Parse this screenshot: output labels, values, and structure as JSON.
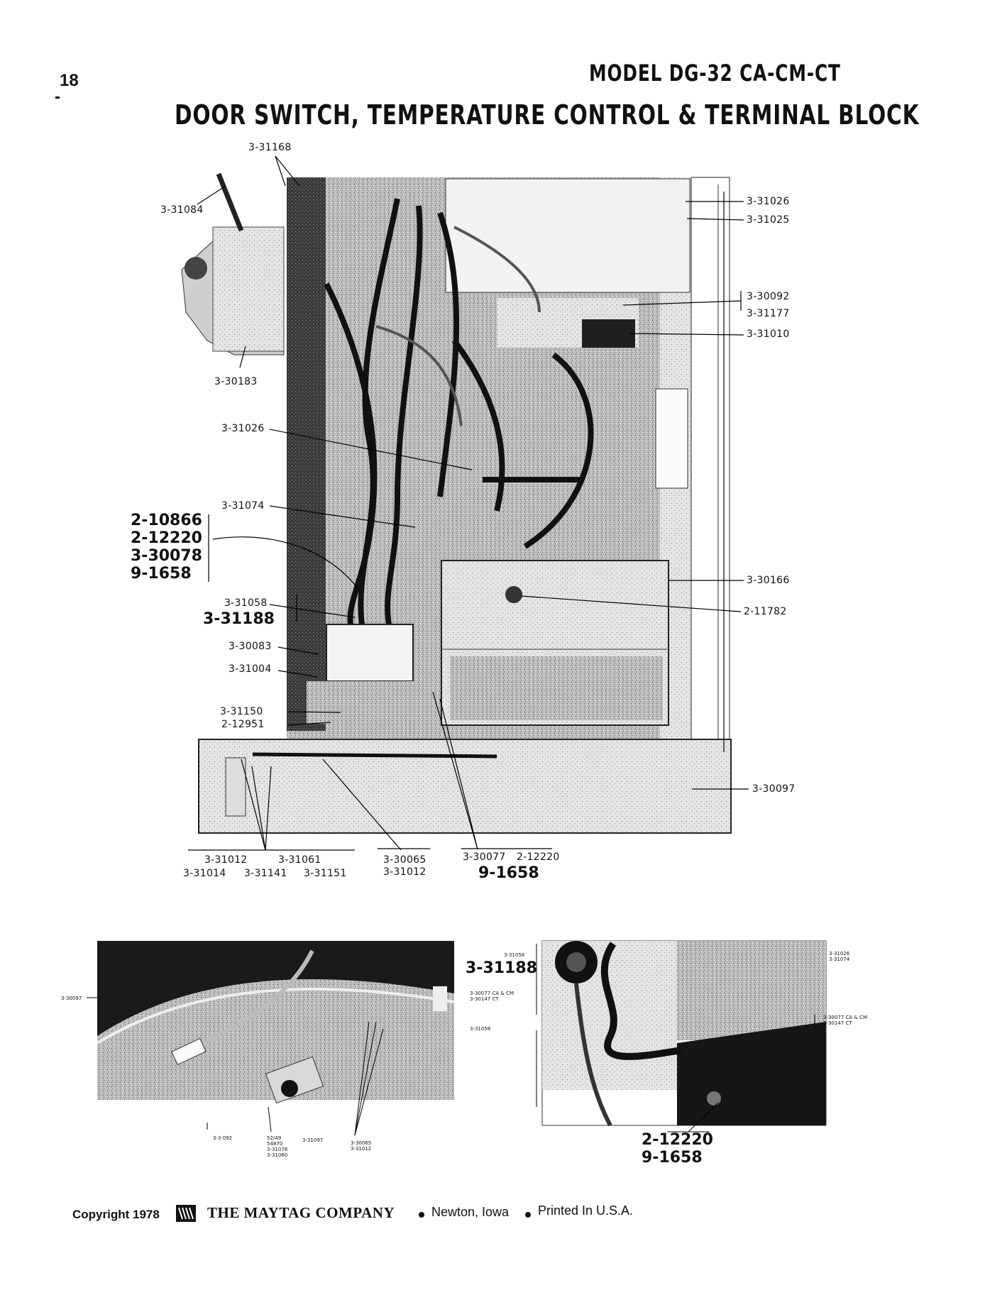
{
  "page_number": "18",
  "model": "MODEL  DG-32  CA-CM-CT",
  "title": "DOOR SWITCH, TEMPERATURE CONTROL & TERMINAL BLOCK",
  "main_labels": {
    "l_31168": "3-31168",
    "l_31084": "3-31084",
    "l_30183": "3-30183",
    "l_31026_left": "3-31026",
    "l_31074": "3-31074",
    "group_left": [
      "2-10866",
      "2-12220",
      "3-30078",
      "9-1658"
    ],
    "l_31058": "3-31058",
    "l_31188": "3-31188",
    "l_30083": "3-30083",
    "l_31004": "3-31004",
    "l_31150": "3-31150",
    "l_12951": "2-12951",
    "l_31026_right": "3-31026",
    "l_31025": "3-31025",
    "l_30092": "3-30092",
    "l_31177": "3-31177",
    "l_31010": "3-31010",
    "l_30166": "3-30166",
    "l_11782": "2-11782",
    "l_30097": "3-30097"
  },
  "bottom_labels": {
    "col1_top": "3-31012",
    "col1_top2": "3-31061",
    "col1_bottom": "3-31014",
    "col1_bottom2": "3-31141",
    "col1_bottom3": "3-31151",
    "col2_top": "3-30065",
    "col2_bottom": "3-31012",
    "col3_top": "3-30077",
    "col3_top2": "2-12220",
    "col3_big": "9-1658"
  },
  "inset_left": {
    "side_label": "3-30097",
    "b1": "3-3 092",
    "b2": "52/49\n54870\n3-31078\n3-31060",
    "b3": "3-31097",
    "b4": "3-30065\n3-31012"
  },
  "inset_right": {
    "l_small_top": "3-31058",
    "l_big": "3-31188",
    "l_30077": "3-30077 CA & CM\n3-30147 CT",
    "l_31058": "3-31058",
    "r_top": "3-31026\n3-31074",
    "r_mid": "3-30077 CA & CM\n3-30147 CT",
    "big_bottom": [
      "2-12220",
      "9-1658"
    ]
  },
  "footer": {
    "copyright": "Copyright 1978",
    "company": "THE MAYTAG COMPANY",
    "city": "Newton, Iowa",
    "printed": "Printed In U.S.A."
  }
}
